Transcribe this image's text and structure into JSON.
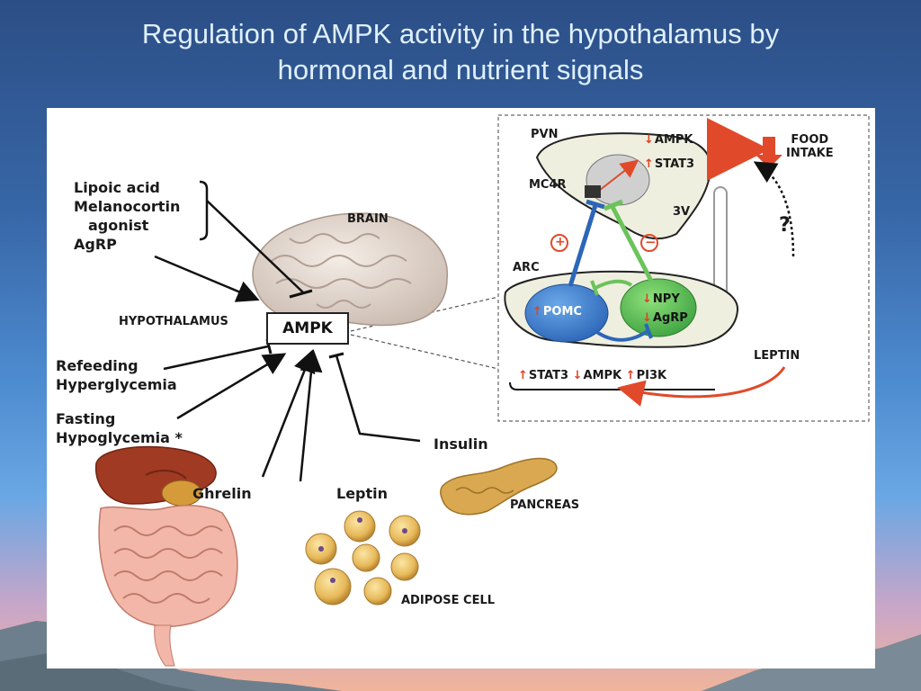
{
  "slide": {
    "title_line1": "Regulation of AMPK activity in the hypothalamus by",
    "title_line2": "hormonal and nutrient signals"
  },
  "diagram": {
    "central_node": "AMPK",
    "inputs_left_group": [
      "Lipoic acid",
      "Melanocortin",
      "agonist",
      "AgRP"
    ],
    "refeeding": [
      "Refeeding",
      "Hyperglycemia"
    ],
    "fasting": [
      "Fasting",
      "Hypoglycemia"
    ],
    "fasting_asterisk": "*",
    "hypothalamus": "HYPOTHALAMUS",
    "brain": "BRAIN",
    "ghrelin": "Ghrelin",
    "leptin": "Leptin",
    "insulin": "Insulin",
    "pancreas": "PANCREAS",
    "adipose_cell": "ADIPOSE CELL",
    "inset": {
      "pvn": "PVN",
      "mc4r": "MC4R",
      "three_v": "3V",
      "arc": "ARC",
      "pomc": "POMC",
      "npy": "NPY",
      "agrp": "AgRP",
      "ampk": "AMPK",
      "stat3": "STAT3",
      "food": "FOOD",
      "intake": "INTAKE",
      "question": "?",
      "leptin": "LEPTIN",
      "bottom_stat3": "STAT3",
      "bottom_ampk": "AMPK",
      "bottom_pi3k": "PI3K",
      "plus": "+",
      "minus": "−"
    }
  }
}
